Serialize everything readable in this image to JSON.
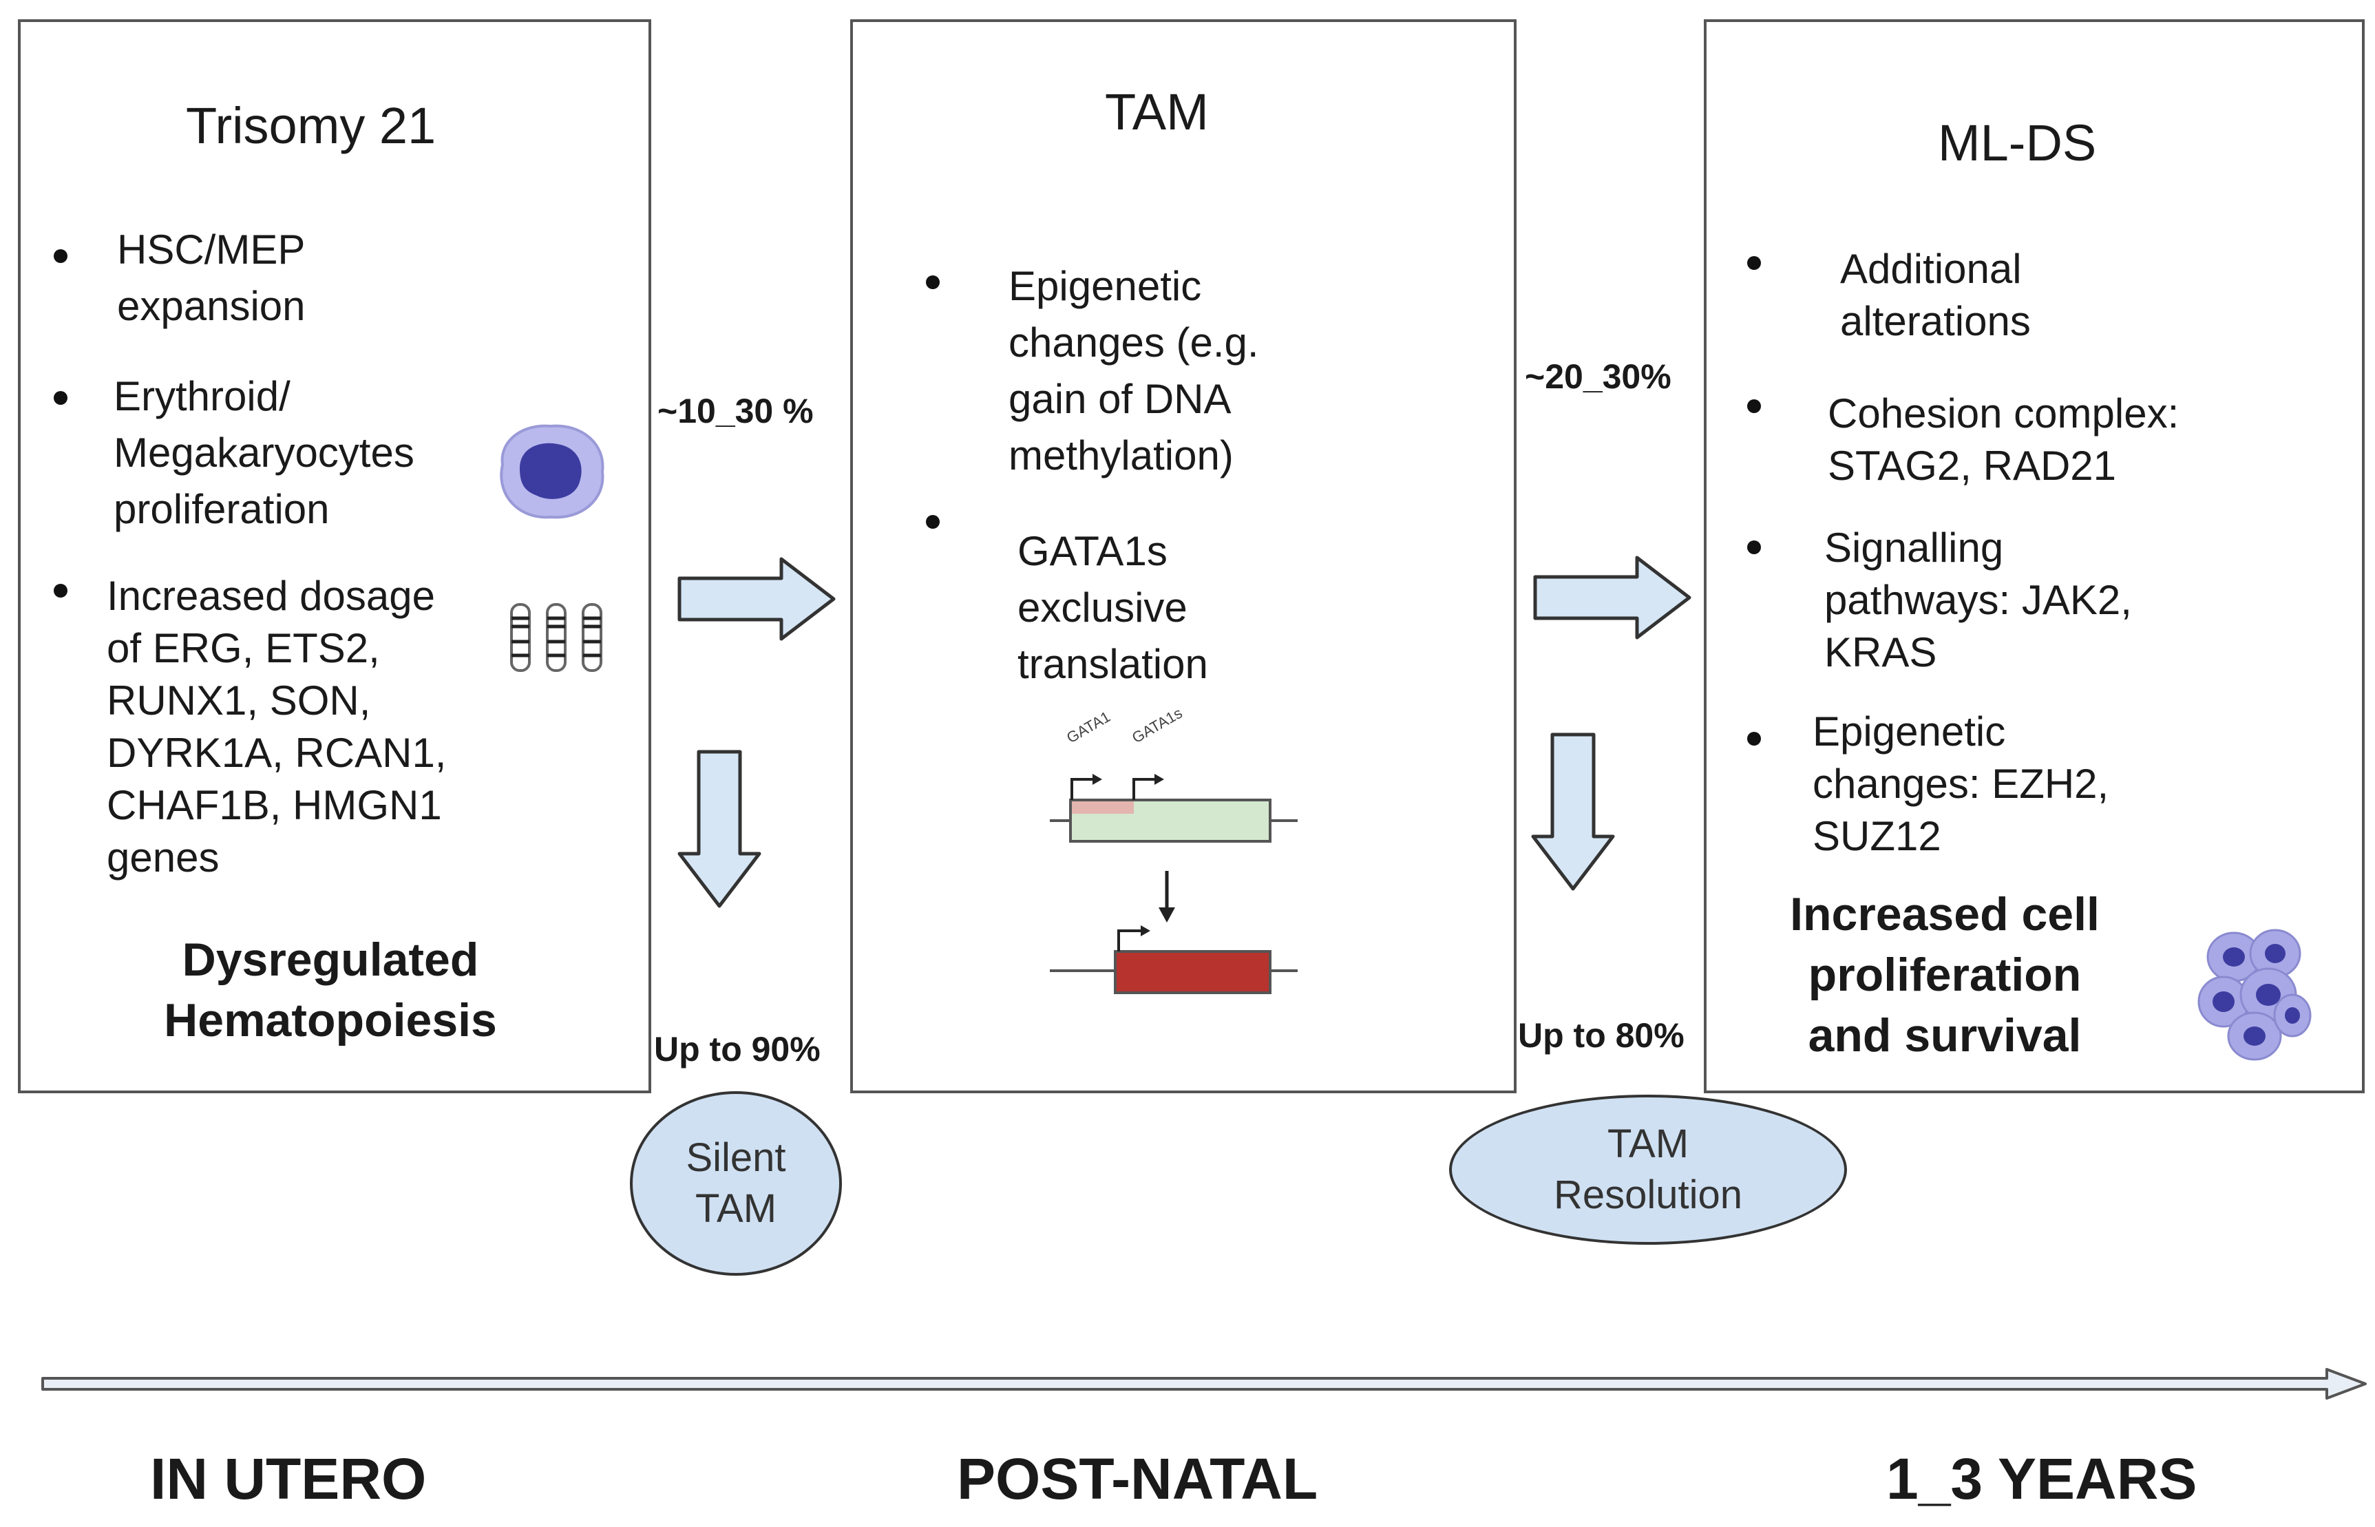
{
  "panels": {
    "trisomy": {
      "title": "Trisomy 21",
      "bullets": [
        "HSC/MEP\nexpansion",
        "Erythroid/\nMegakaryocytes\nproliferation",
        "Increased dosage\nof ERG, ETS2,\nRUNX1, SON,\nDYRK1A, RCAN1,\nCHAF1B, HMGN1\ngenes"
      ],
      "conclusion": "Dysregulated\nHematopoiesis"
    },
    "tam": {
      "title": "TAM",
      "bullets": [
        "Epigenetic\nchanges (e.g.\ngain of DNA\nmethylation)",
        "GATA1s\nexclusive\ntranslation"
      ],
      "gene_labels": [
        "GATA1",
        "GATA1s"
      ]
    },
    "mlds": {
      "title": "ML-DS",
      "bullets": [
        "Additional\nalterations",
        "Cohesion complex:\nSTAG2, RAD21",
        "Signalling\npathways: JAK2,\nKRAS",
        "Epigenetic\nchanges: EZH2,\nSUZ12"
      ],
      "conclusion": "Increased cell\nproliferation\nand survival"
    }
  },
  "transitions": {
    "t1_progress": "~10_30 %",
    "t1_silent": "Up to 90%",
    "t2_progress": "~20_30%",
    "t2_resolution": "Up to 80%"
  },
  "outcomes": {
    "silent_tam": "Silent\nTAM",
    "tam_resolution": "TAM\nResolution"
  },
  "timeline": {
    "in_utero": "IN UTERO",
    "post_natal": "POST-NATAL",
    "years": "1_3 YEARS"
  },
  "colors": {
    "arrow_fill": "#d6e6f5",
    "oval_fill": "#cfe0f2",
    "cell_purple": "#6a6ac0",
    "gene_box_green": "#d4e8cf",
    "gene_box_red": "#b7332d"
  }
}
